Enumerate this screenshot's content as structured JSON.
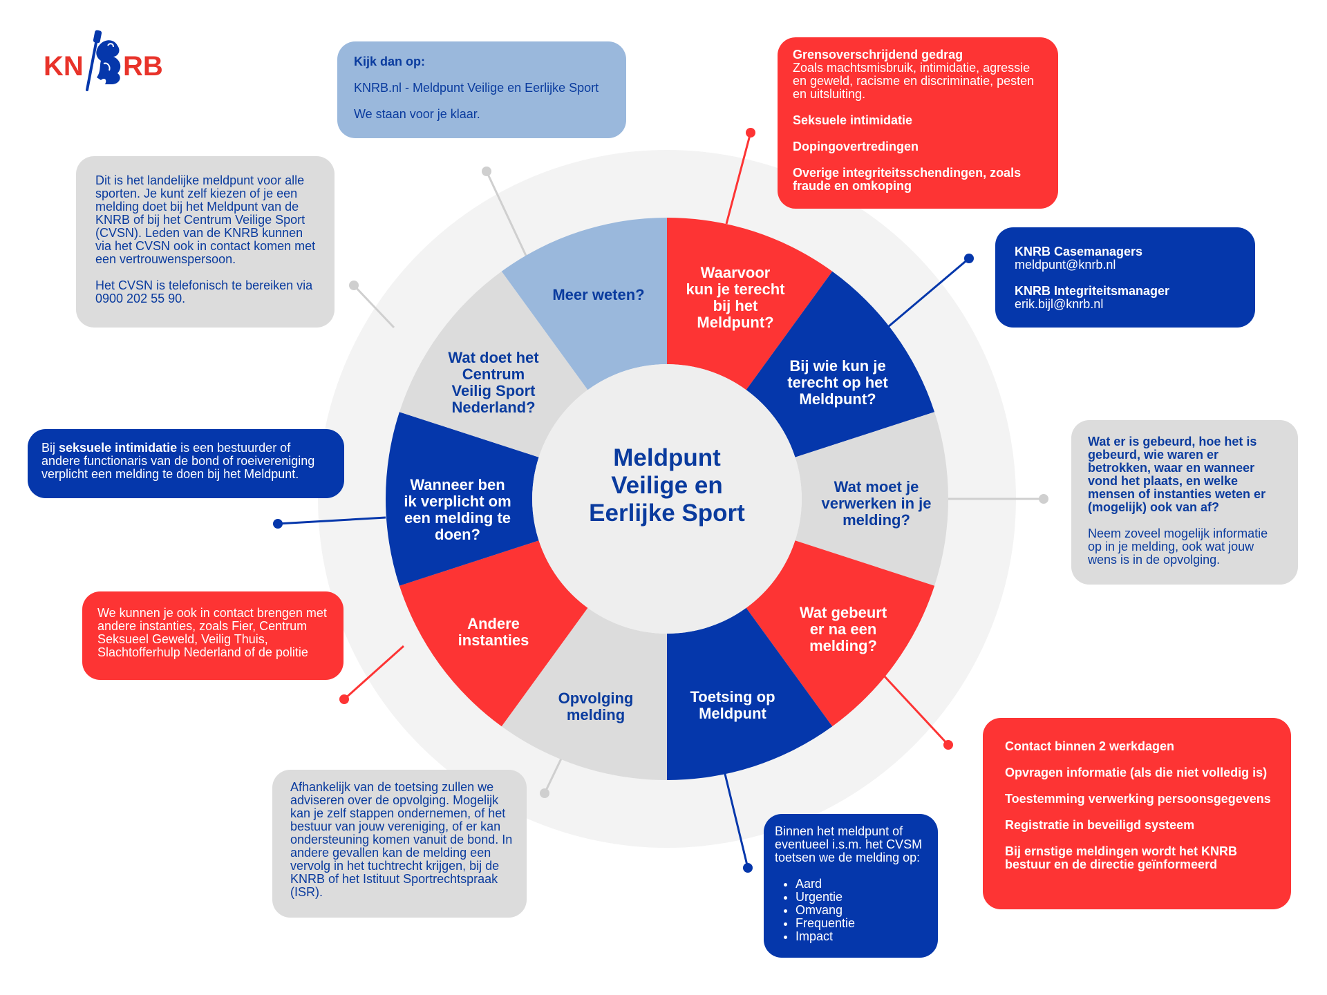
{
  "logo": {
    "left": "KN",
    "right": "RB",
    "color": "#e8332a",
    "emblem_color": "#0537ab",
    "emblem": "rowing-lion-emblem"
  },
  "center": {
    "lines": [
      "Meldpunt",
      "Veilige en",
      "Eerlijke Sport"
    ]
  },
  "colors": {
    "red": "#fd3434",
    "navy": "#0537ab",
    "grey": "#dcdcdc",
    "light_blue": "#9ab8dc",
    "dark_text": "#0a3b9e"
  },
  "segments": [
    {
      "color": "red",
      "lines": [
        "Waarvoor",
        "kun je terecht",
        "bij het",
        "Meldpunt?"
      ]
    },
    {
      "color": "navy",
      "lines": [
        "Bij wie kun je",
        "terecht op het",
        "Meldpunt?"
      ]
    },
    {
      "color": "grey",
      "lines": [
        "Wat moet je",
        "verwerken in je",
        "melding?"
      ]
    },
    {
      "color": "red",
      "lines": [
        "Wat gebeurt",
        "er na een",
        "melding?"
      ]
    },
    {
      "color": "navy",
      "lines": [
        "Toetsing op",
        "Meldpunt"
      ]
    },
    {
      "color": "grey",
      "lines": [
        "Opvolging",
        "melding"
      ]
    },
    {
      "color": "red",
      "lines": [
        "Andere",
        "instanties"
      ]
    },
    {
      "color": "navy",
      "lines": [
        "Wanneer ben",
        "ik verplicht om",
        "een melding te",
        "doen?"
      ]
    },
    {
      "color": "grey",
      "lines": [
        "Wat doet het",
        "Centrum",
        "Veilig Sport",
        "Nederland?"
      ]
    },
    {
      "color": "light_blue",
      "lines": [
        "Meer weten?"
      ]
    }
  ],
  "boxes": {
    "kijk": {
      "title": "Kijk dan op:",
      "line1": "KNRB.nl - Meldpunt Veilige en Eerlijke Sport",
      "line2": "We staan voor je klaar."
    },
    "grens": {
      "h1": "Grensoverschrijdend gedrag",
      "t1": "Zoals machtsmisbruik, intimidatie, agressie en geweld, racisme en discriminatie, pesten en uitsluiting.",
      "h2": "Seksuele intimidatie",
      "h3": "Dopingovertredingen",
      "h4": "Overige integriteitsschendingen, zoals fraude en omkoping"
    },
    "case": {
      "h1": "KNRB Casemanagers",
      "t1": "meldpunt@knrb.nl",
      "h2": "KNRB Integriteitsmanager",
      "t2": "erik.bijl@knrb.nl"
    },
    "cvsn": {
      "p1": "Dit is het landelijke meldpunt voor alle sporten. Je kunt zelf kiezen of je een melding doet bij het Meldpunt van de KNRB of bij het Centrum Veilige Sport (CVSN). Leden van de KNRB kunnen via het CVSN ook in contact komen met een vertrouwenspersoon.",
      "p2": "Het CVSN is telefonisch te bereiken via 0900 202 55 90."
    },
    "seks": {
      "pre": "Bij ",
      "bold": "seksuele intimidatie",
      "post": " is een bestuurder of andere functionaris van de bond of roeivereniging verplicht een melding te doen bij het Meldpunt."
    },
    "info": {
      "bold": "Wat er is gebeurd, hoe het is gebeurd, wie waren er betrokken, waar en wanneer vond het plaats, en welke mensen of instanties weten er (mogelijk) ook van af?",
      "text": "Neem zoveel mogelijk informatie op in je melding, ook wat jouw wens is in de opvolging."
    },
    "andere": {
      "text": "We kunnen je ook in contact brengen met andere instanties, zoals Fier, Centrum Seksueel Geweld, Veilig Thuis, Slachtofferhulp Nederland of de politie"
    },
    "contact": {
      "items": [
        "Contact binnen 2 werkdagen",
        "Opvragen informatie (als die niet volledig is)",
        "Toestemming verwerking persoonsgegevens",
        "Registratie  in beveiligd systeem",
        "Bij ernstige meldingen wordt het KNRB bestuur en de directie geïnformeerd"
      ]
    },
    "afh": {
      "text": "Afhankelijk van de toetsing zullen we adviseren over de opvolging. Mogelijk kan je zelf stappen ondernemen, of het bestuur van jouw vereniging, of er kan ondersteuning komen vanuit de bond. In andere gevallen kan de melding een vervolg in het tuchtrecht krijgen, bij de KNRB of het Istituut Sportrechtspraak (ISR)."
    },
    "toets": {
      "intro": "Binnen het meldpunt of eventueel i.s.m. het CVSM toetsen we de melding op:",
      "items": [
        "Aard",
        "Urgentie",
        "Omvang",
        "Frequentie",
        "Impact"
      ]
    }
  }
}
